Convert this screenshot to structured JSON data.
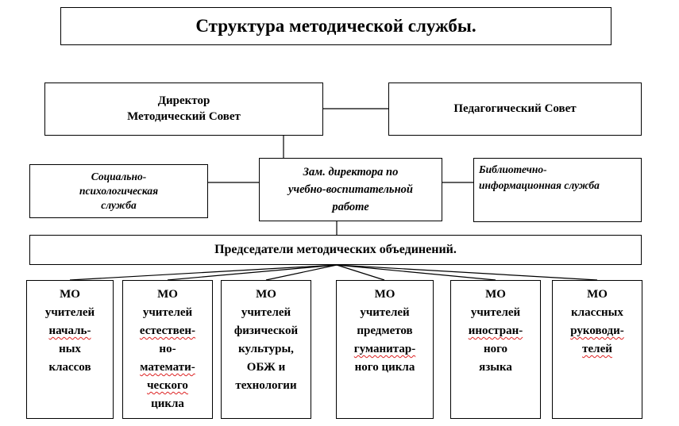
{
  "title": "Структура методической службы.",
  "director": {
    "line1": "Директор",
    "line2": "Методический  Совет"
  },
  "ped_council": "Педагогический Совет",
  "social": {
    "line1": "Социально-",
    "line2": "психологическая",
    "line3": "служба"
  },
  "deputy": {
    "line1": "Зам. директора по",
    "line2": "учебно-воспитательной",
    "line3": "работе"
  },
  "library": {
    "line1": "Библиотечно-",
    "line2": "информационная служба"
  },
  "chairs": "Председатели методических  объединений.",
  "mo": [
    {
      "lines": [
        "МО",
        "учителей",
        "началь-",
        "ных",
        "классов"
      ]
    },
    {
      "lines": [
        "МО",
        "учителей",
        "естествен-",
        "но-",
        "математи-",
        "ческого",
        "цикла"
      ]
    },
    {
      "lines": [
        "МО",
        "учителей",
        "физической",
        "культуры,",
        "ОБЖ и",
        "технологии"
      ]
    },
    {
      "lines": [
        "МО",
        "учителей",
        "предметов",
        "гуманитар-",
        "ного цикла"
      ]
    },
    {
      "lines": [
        "МО",
        "учителей",
        "иностран-",
        "ного",
        "языка"
      ]
    },
    {
      "lines": [
        "МО",
        "классных",
        "руководи-",
        "телей"
      ]
    }
  ]
}
